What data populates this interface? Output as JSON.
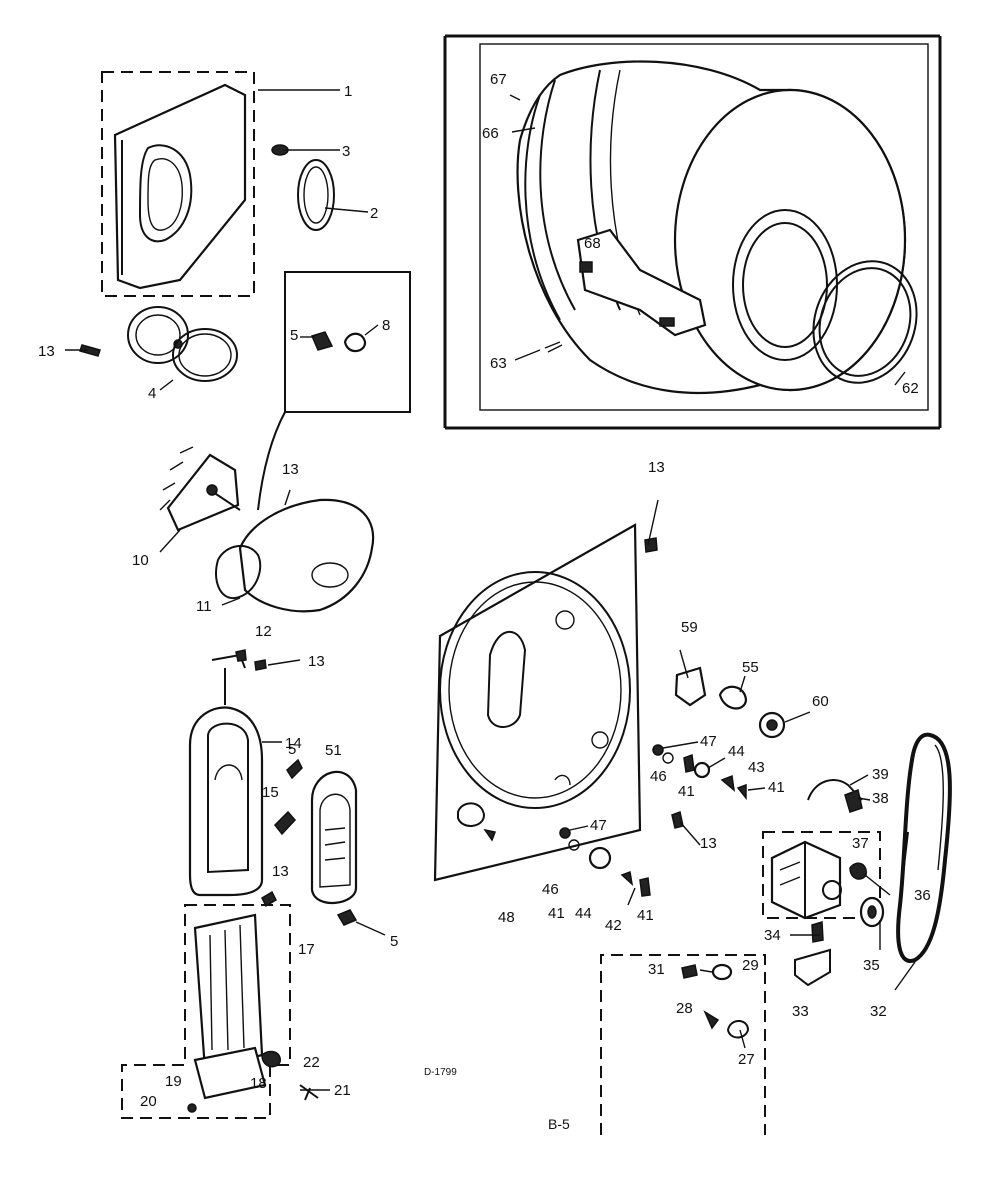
{
  "diagram": {
    "labels": {
      "p1": "1",
      "p2": "2",
      "p3": "3",
      "p4": "4",
      "p5a": "5",
      "p5b": "5",
      "p5c": "5",
      "p8": "8",
      "p10": "10",
      "p11": "11",
      "p12": "12",
      "p13a": "13",
      "p13b": "13",
      "p13c": "13",
      "p13d": "13",
      "p13e": "13",
      "p13f": "13",
      "p14": "14",
      "p15": "15",
      "p17": "17",
      "p18": "18",
      "p19": "19",
      "p20": "20",
      "p21": "21",
      "p22": "22",
      "p27": "27",
      "p28": "28",
      "p29": "29",
      "p31": "31",
      "p32": "32",
      "p33": "33",
      "p34": "34",
      "p35": "35",
      "p36": "36",
      "p37": "37",
      "p38": "38",
      "p39": "39",
      "p41a": "41",
      "p41b": "41",
      "p41c": "41",
      "p41d": "41",
      "p42": "42",
      "p43": "43",
      "p44a": "44",
      "p44b": "44",
      "p46a": "46",
      "p46b": "46",
      "p47a": "47",
      "p47b": "47",
      "p48": "48",
      "p51": "51",
      "p55": "55",
      "p59": "59",
      "p60": "60",
      "p62": "62",
      "p63": "63",
      "p66": "66",
      "p67": "67",
      "p68": "68"
    },
    "drawing_number": "D-1799",
    "page_ref": "B-5"
  }
}
